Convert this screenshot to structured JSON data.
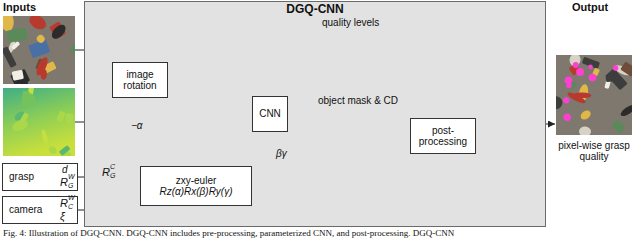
{
  "diagram": {
    "caption": "Fig. 4: Illustration of DGQ-CNN. DGQ-CNN includes pre-processing, parameterized CNN, and post-processing. DGQ-CNN",
    "nodes": [
      {
        "text": [
          "DGQ-CNN"
        ]
      },
      {
        "text": [
          "image rotation"
        ],
        "in": 0
      },
      {
        "text": [
          "CNN"
        ],
        "in": 0
      },
      {
        "text": [
          "post-processing"
        ],
        "in": 0
      },
      {
        "text": [
          "zxy-euler",
          "Rz(α)Rx(β)Ry(γ)"
        ],
        "in": 0
      },
      {
        "text": [
          "grasp"
        ]
      },
      {
        "text": [
          "camera"
        ]
      }
    ],
    "edges": [
      {
        "from": 5,
        "to": 4,
        "arrow": "to"
      },
      {
        "from": 6,
        "to": 4,
        "arrow": "to"
      },
      {
        "from": 4,
        "to": 1,
        "label": "−α",
        "arrow": "to"
      },
      {
        "from": 4,
        "to": 2,
        "label": "βγ",
        "arrow": "to"
      },
      {
        "from": 1,
        "to": 2,
        "arrow": "to"
      },
      {
        "from": 2,
        "to": 3,
        "arrow": "to"
      }
    ],
    "labels": [
      "Inputs",
      "d",
      "R",
      "W",
      "G",
      "R",
      "W",
      "C",
      "ξ",
      "R",
      "C",
      "G",
      "quality levels",
      "object mask & CD",
      "Output",
      "pixel-wise grasp quality"
    ]
  }
}
